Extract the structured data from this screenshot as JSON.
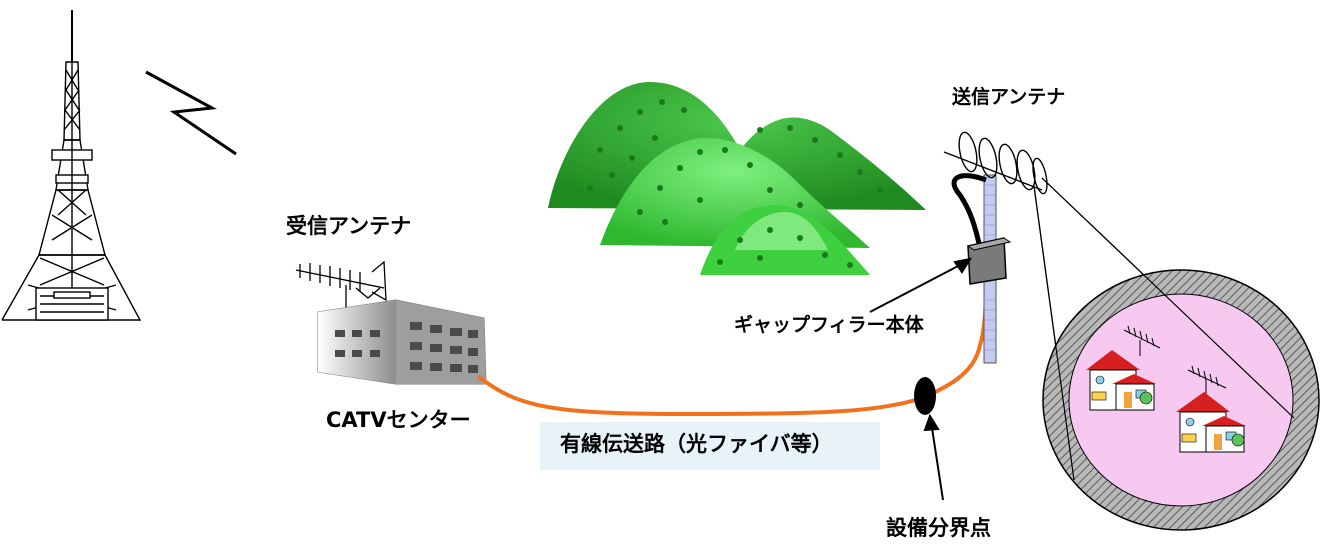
{
  "labels": {
    "receive_antenna": "受信アンテナ",
    "catv_center": "CATVセンター",
    "cable_route": "有線伝送路（光ファイバ等）",
    "gap_filler": "ギャップフィラー本体",
    "transmit_antenna": "送信アンテナ",
    "demarcation_point": "設備分界点"
  },
  "colors": {
    "cable": "#f2711c",
    "hill_dark": "#2e9e2e",
    "hill_light": "#5cd65c",
    "coverage_fill": "#f7c8f0",
    "coverage_ring": "#8a8a8a",
    "house_roof": "#d62020",
    "cable_label_bg": "#e7f3f6"
  }
}
